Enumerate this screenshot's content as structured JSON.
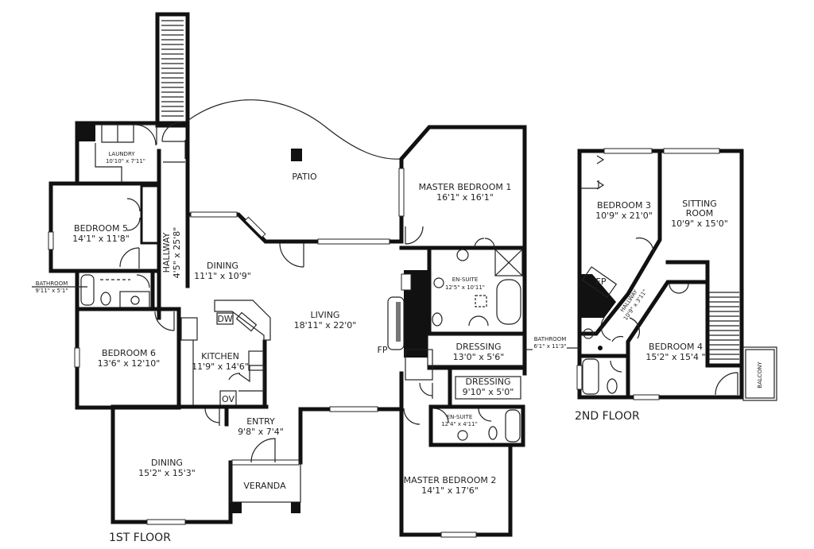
{
  "floors": {
    "first": "1ST FLOOR",
    "second": "2ND FLOOR"
  },
  "rooms": {
    "laundry": {
      "name": "LAUNDRY",
      "dims": "10'10\" x 7'11\""
    },
    "bedroom5": {
      "name": "BEDROOM 5",
      "dims": "14'1\" x 11'8\""
    },
    "hallway1": {
      "name": "HALLWAY",
      "dims": "4'5\" x 25'8\""
    },
    "bathroom1": {
      "name": "BATHROOM",
      "dims": "9'11\" x 5'1\""
    },
    "dining1": {
      "name": "DINING",
      "dims": "11'1\" x 10'9\""
    },
    "patio": {
      "name": "PATIO"
    },
    "master1": {
      "name": "MASTER BEDROOM 1",
      "dims": "16'1\" x 16'1\""
    },
    "living": {
      "name": "LIVING",
      "dims": "18'11\" x 22'0\""
    },
    "fp1": {
      "name": "FP"
    },
    "ensuite1": {
      "name": "EN-SUITE",
      "dims": "12'5\" x 10'11\""
    },
    "dressing1": {
      "name": "DRESSING",
      "dims": "13'0\" x 5'6\""
    },
    "dressing2": {
      "name": "DRESSING",
      "dims": "9'10\" x 5'0\""
    },
    "bathroom2": {
      "name": "BATHROOM",
      "dims": "6'1\" x 11'3\""
    },
    "ensuite2": {
      "name": "EN-SUITE",
      "dims": "12'4\" x 4'11\""
    },
    "bedroom6": {
      "name": "BEDROOM 6",
      "dims": "13'6\" x 12'10\""
    },
    "kitchen": {
      "name": "KITCHEN",
      "dims": "11'9\" x 14'6\"",
      "dw": "DW",
      "ov": "OV"
    },
    "entry": {
      "name": "ENTRY",
      "dims": "9'8\" x 7'4\""
    },
    "dining2": {
      "name": "DINING",
      "dims": "15'2\" x 15'3\""
    },
    "veranda": {
      "name": "VERANDA"
    },
    "master2": {
      "name": "MASTER BEDROOM 2",
      "dims": "14'1\" x 17'6\""
    },
    "bedroom3": {
      "name": "BEDROOM 3",
      "dims": "10'9\" x 21'0\""
    },
    "sitting": {
      "name1": "SITTING",
      "name2": "ROOM",
      "dims": "10'9\" x 15'0\""
    },
    "fp2": {
      "name": "FP"
    },
    "hallway2": {
      "name": "HALLWAY",
      "dims": "10'9\" x 3'11\""
    },
    "bedroom4": {
      "name": "BEDROOM 4",
      "dims": "15'2\" x 15'4 \""
    },
    "balcony": {
      "name": "BALCONY"
    }
  }
}
